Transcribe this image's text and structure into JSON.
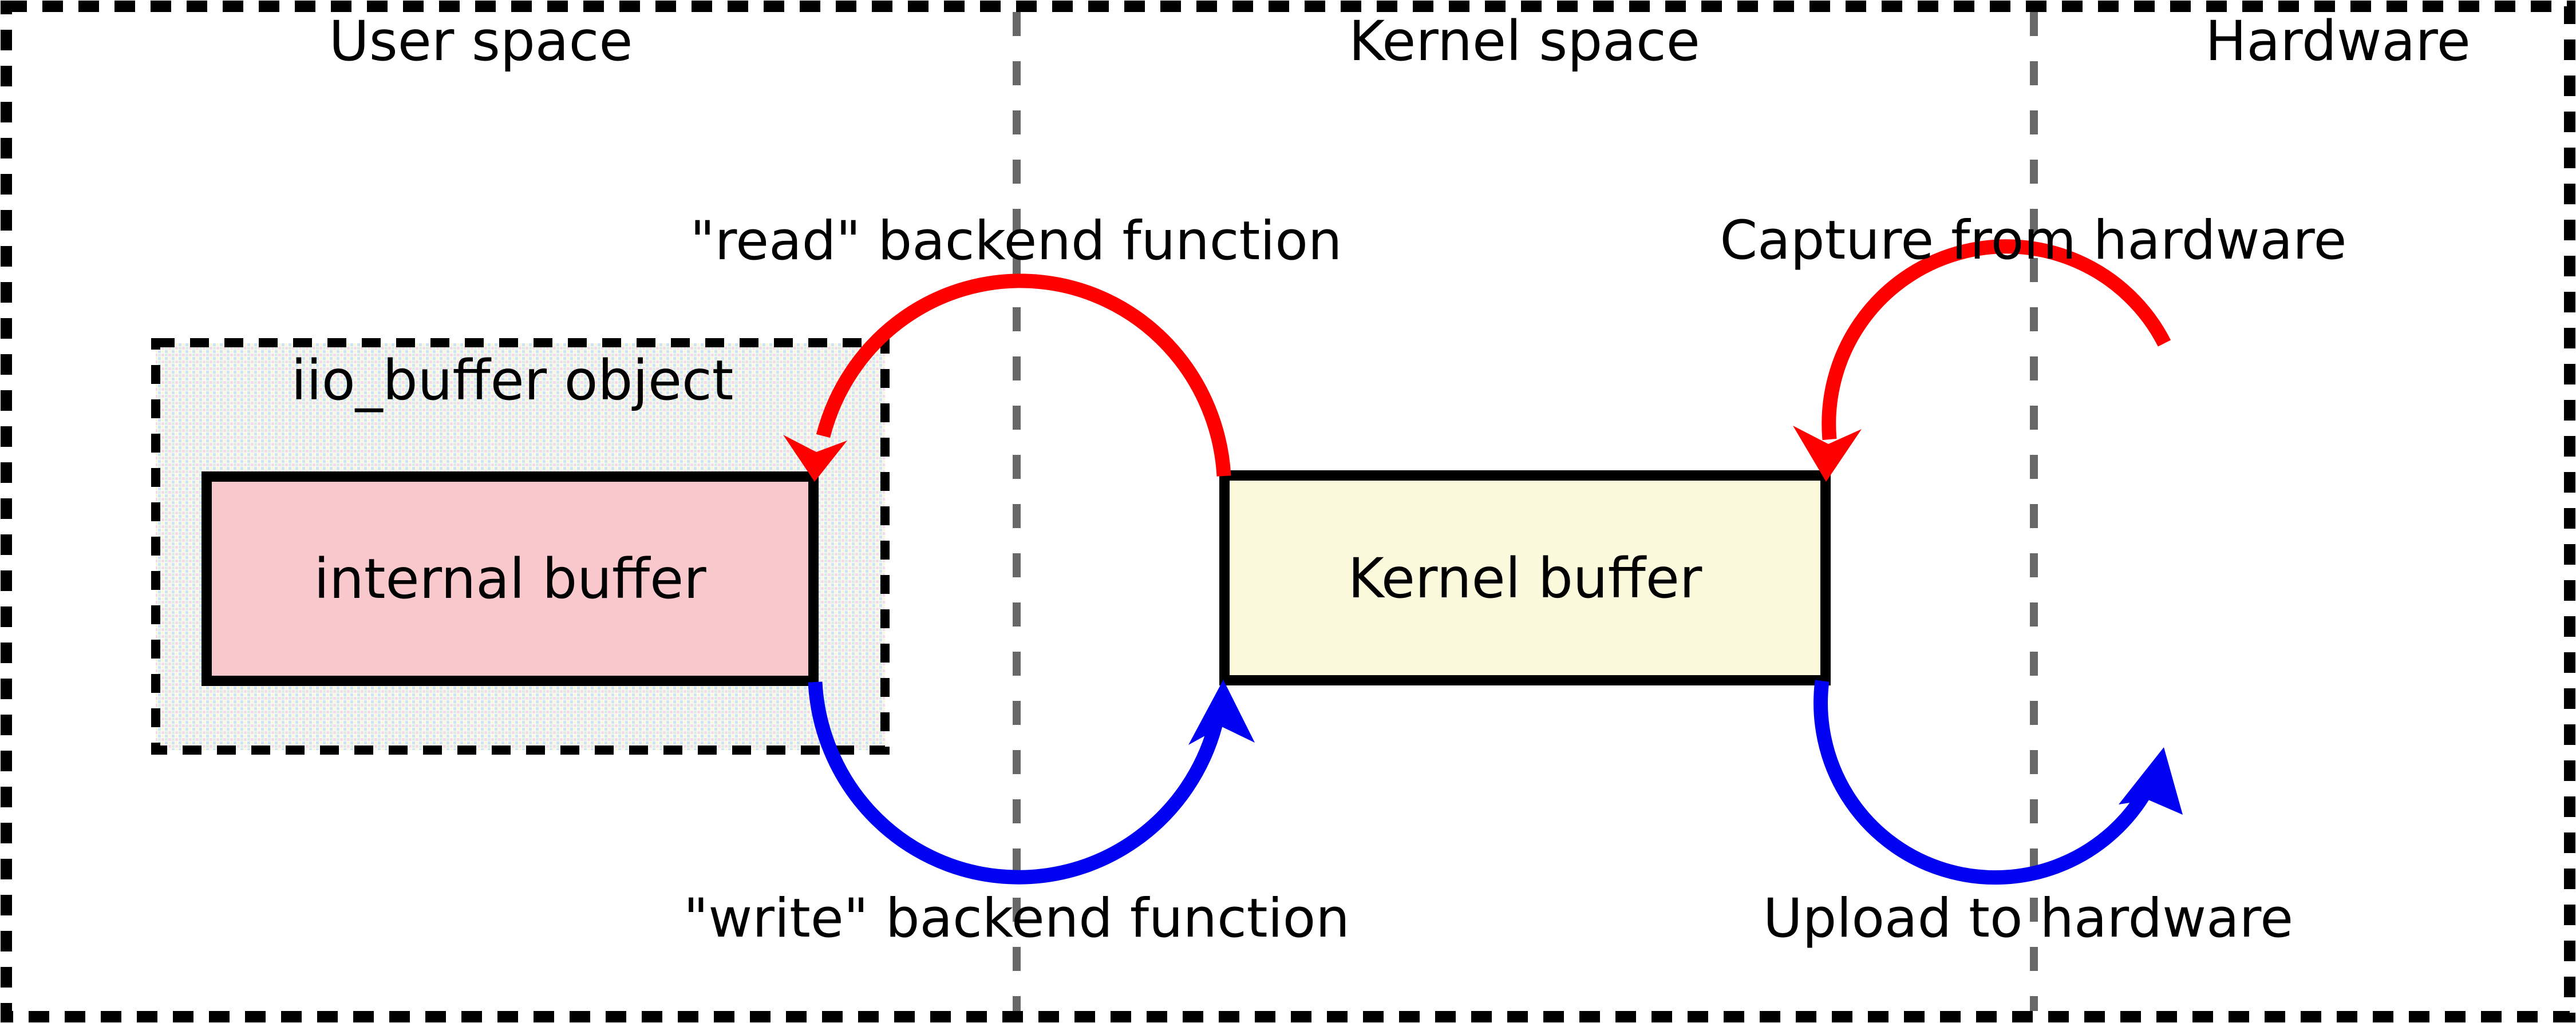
{
  "regions": {
    "user_space": "User space",
    "kernel_space": "Kernel space",
    "hardware": "Hardware"
  },
  "boxes": {
    "iio_buffer_object": "iio_buffer object",
    "internal_buffer": "internal buffer",
    "kernel_buffer": "Kernel buffer"
  },
  "flows": {
    "read": "\"read\" backend function",
    "write": "\"write\" backend function",
    "capture": "Capture from hardware",
    "upload": "Upload to hardware"
  },
  "colors": {
    "read_flow": "#ff0000",
    "write_flow": "#0202f2",
    "internal_buffer_fill": "#f9c8cc",
    "kernel_buffer_fill": "#fbfadc",
    "separator": "#686868",
    "border": "#000000"
  }
}
